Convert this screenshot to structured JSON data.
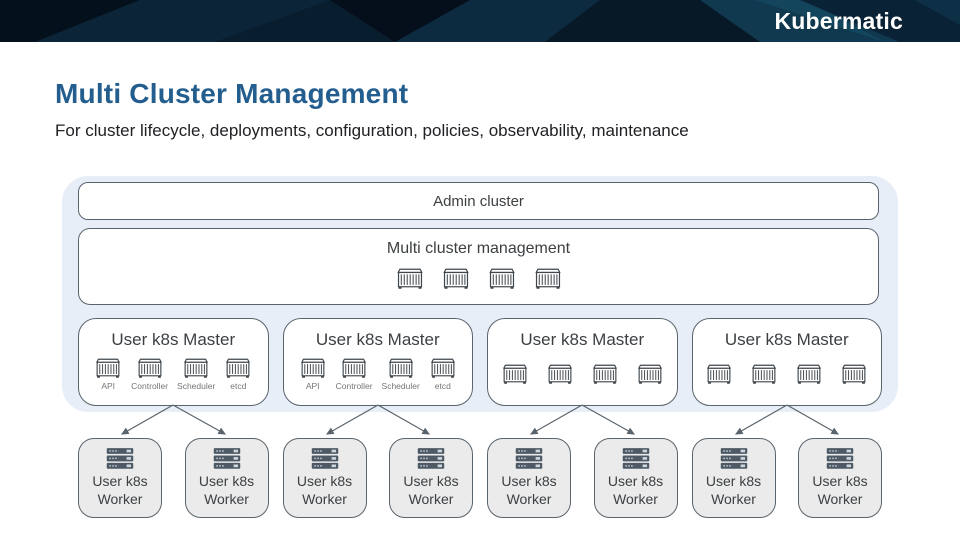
{
  "header": {
    "logo_text": "Kubermatic",
    "background_color": "#081d2d"
  },
  "page": {
    "title": "Multi Cluster Management",
    "subtitle": "For cluster lifecycle, deployments, configuration, policies, observability, maintenance"
  },
  "diagram": {
    "admin_cluster_label": "Admin cluster",
    "mcm": {
      "label": "Multi cluster management",
      "icon": "container-icon",
      "icon_count": 4
    },
    "masters": [
      {
        "title": "User k8s Master",
        "icon": "container-icon",
        "components": [
          "API",
          "Controller",
          "Scheduler",
          "etcd"
        ]
      },
      {
        "title": "User k8s Master",
        "icon": "container-icon",
        "components": [
          "API",
          "Controller",
          "Scheduler",
          "etcd"
        ]
      },
      {
        "title": "User k8s Master",
        "icon": "container-icon",
        "icon_count": 4
      },
      {
        "title": "User k8s Master",
        "icon": "container-icon",
        "icon_count": 4
      }
    ],
    "workers": [
      {
        "line1": "User k8s",
        "line2": "Worker",
        "icon": "server-icon"
      },
      {
        "line1": "User k8s",
        "line2": "Worker",
        "icon": "server-icon"
      },
      {
        "line1": "User k8s",
        "line2": "Worker",
        "icon": "server-icon"
      },
      {
        "line1": "User k8s",
        "line2": "Worker",
        "icon": "server-icon"
      },
      {
        "line1": "User k8s",
        "line2": "Worker",
        "icon": "server-icon"
      },
      {
        "line1": "User k8s",
        "line2": "Worker",
        "icon": "server-icon"
      },
      {
        "line1": "User k8s",
        "line2": "Worker",
        "icon": "server-icon"
      },
      {
        "line1": "User k8s",
        "line2": "Worker",
        "icon": "server-icon"
      }
    ],
    "colors": {
      "title_accent": "#245e8f",
      "panel_background": "#e8eef8",
      "box_border": "#5a646c",
      "worker_background": "#ebebeb",
      "text_dark": "#3c4043",
      "component_label": "#757575",
      "arrow": "#5a646c"
    }
  }
}
